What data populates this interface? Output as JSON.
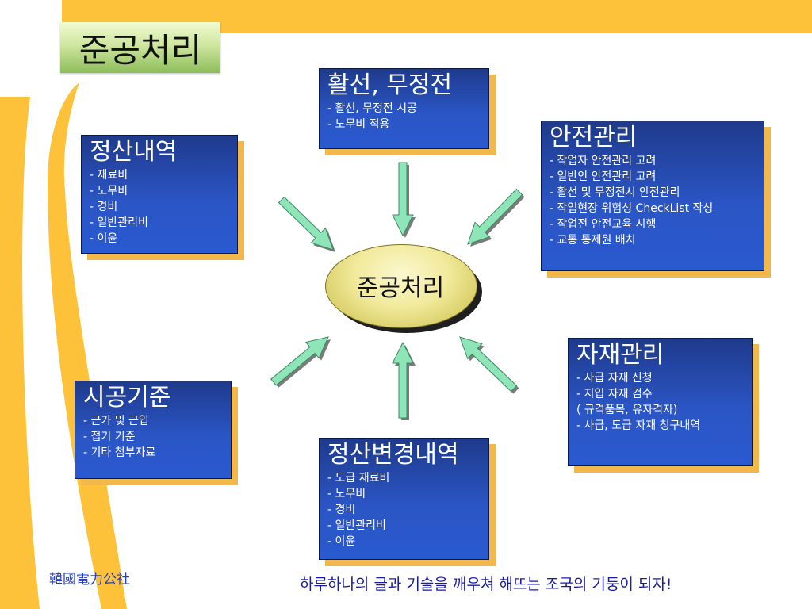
{
  "slide": {
    "title": "준공처리",
    "center_label": "준공처리",
    "footer_org": "韓國電力公社",
    "footer_slogan": "하루하나의 글과 기술을 깨우쳐 해뜨는 조국의 기둥이 되자!"
  },
  "boxes": {
    "settlement": {
      "title": "정산내역",
      "items": [
        "-  재료비",
        "-  노무비",
        "-  경비",
        "-  일반관리비",
        "-  이윤"
      ]
    },
    "live_line": {
      "title": "활선, 무정전",
      "items": [
        "-  활선, 무정전 시공",
        "-  노무비 적용"
      ]
    },
    "safety": {
      "title": "안전관리",
      "items": [
        "- 작업자 안전관리 고려",
        "- 일반인 안전관리 고려",
        "- 활선 및 무정전시 안전관리",
        "- 작업현장 위험성 CheckList 작성",
        "- 작업전 안전교육 시행",
        "- 교통 통제원 배치"
      ]
    },
    "standards": {
      "title": "시공기준",
      "items": [
        "-  근가 및 근입",
        "-  접기 기준",
        "-  기타 첨부자료"
      ]
    },
    "settlement_change": {
      "title": "정산변경내역",
      "items": [
        "- 도급 재료비",
        "- 노무비",
        "- 경비",
        "- 일반관리비",
        "- 이윤"
      ]
    },
    "materials": {
      "title": "자재관리",
      "items": [
        "- 사급 자재 신청",
        "- 지입 자재 검수",
        "( 규격품목, 유자격자)",
        "- 사급, 도급 자재 청구내역"
      ]
    }
  },
  "colors": {
    "accent_orange": "#fdc23a",
    "card_blue": "#2b55c4",
    "card_shadow": "#f2b84b",
    "arrow_green": "#8ee6b8",
    "title_green": "#b9d98a",
    "ellipse_yellow": "#f1e99a"
  }
}
